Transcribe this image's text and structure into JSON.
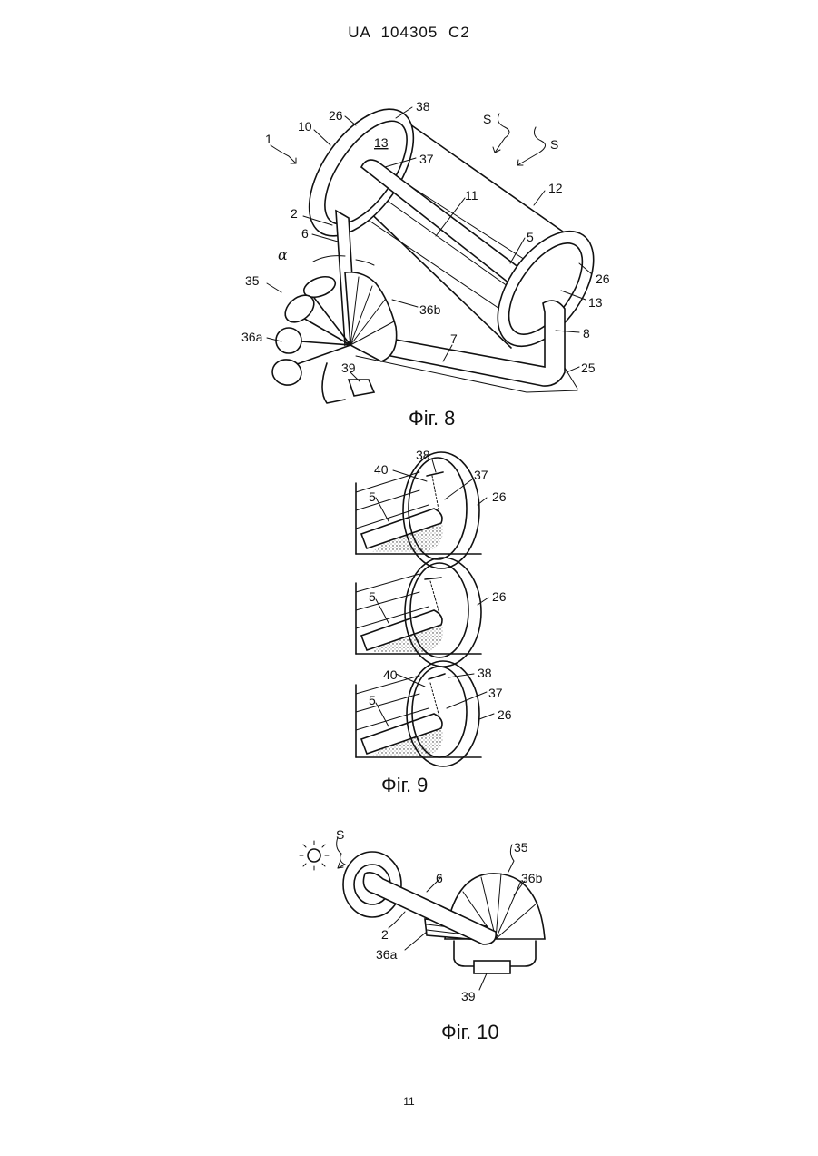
{
  "header": {
    "text": "UA   104305   C2"
  },
  "page_number": "11",
  "figures": {
    "fig8": {
      "caption": "Фіг. 8",
      "labels": {
        "l1": "1",
        "l10": "10",
        "l26a": "26",
        "l38": "38",
        "l13a": "13",
        "l37": "37",
        "lS1": "S",
        "lS2": "S",
        "l12": "12",
        "l11": "11",
        "l2": "2",
        "l6": "6",
        "l5": "5",
        "lalpha": "α",
        "l26b": "26",
        "l35": "35",
        "l13b": "13",
        "l36b": "36b",
        "l8": "8",
        "l36a": "36a",
        "l7": "7",
        "l39": "39",
        "l25": "25"
      }
    },
    "fig9": {
      "caption": "Фіг. 9",
      "panel1": {
        "l38": "38",
        "l40": "40",
        "l37": "37",
        "l5": "5",
        "l26": "26"
      },
      "panel2": {
        "l5": "5",
        "l26": "26"
      },
      "panel3": {
        "l40": "40",
        "l38": "38",
        "l37": "37",
        "l5": "5",
        "l26": "26"
      }
    },
    "fig10": {
      "caption": "Фіг. 10",
      "labels": {
        "lS": "S",
        "l35": "35",
        "l6": "6",
        "l36b": "36b",
        "l2": "2",
        "l36a": "36a",
        "l39": "39"
      }
    }
  }
}
